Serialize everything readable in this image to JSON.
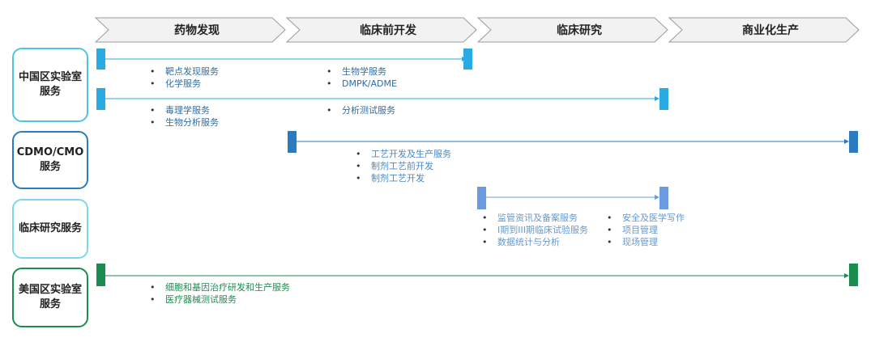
{
  "phases": [
    "药物发现",
    "临床前开发",
    "临床研究",
    "商业化生产"
  ],
  "categories": [
    {
      "lines": [
        "中国区实验室",
        "服务"
      ],
      "border": "#4ec3e6"
    },
    {
      "lines": [
        "CDMO/CMO",
        "服务"
      ],
      "border": "#2a7bbf"
    },
    {
      "lines": [
        "临床研究服务"
      ],
      "border": "#7fd6ec"
    },
    {
      "lines": [
        "美国区实验室",
        "服务"
      ],
      "border": "#1a8c4e"
    }
  ],
  "services": {
    "china_row1_left": [
      "靶点发现服务",
      "化学服务"
    ],
    "china_row1_right": [
      "生物学服务",
      "DMPK/ADME"
    ],
    "china_row2_left": [
      "毒理学服务",
      "生物分析服务"
    ],
    "china_row2_right": [
      "分析测试服务"
    ],
    "cdmo": [
      "工艺开发及生产服务",
      "制剂工艺前开发",
      "制剂工艺开发"
    ],
    "clinical_left": [
      "监管资讯及备案服务",
      "I期到III期临床试验服务",
      "数据统计与分析"
    ],
    "clinical_right": [
      "安全及医学写作",
      "项目管理",
      "现场管理"
    ],
    "us": [
      "细胞和基因治疗研发和生产服务",
      "医疗器械测试服务"
    ]
  },
  "colors": {
    "china": "#29abe2",
    "cdmo": "#2a7bbf",
    "clinical": "#6a9be0",
    "us": "#1a8c4e",
    "chevron_fill": "#f2f2f2",
    "chevron_stroke": "#9a9a9a"
  }
}
